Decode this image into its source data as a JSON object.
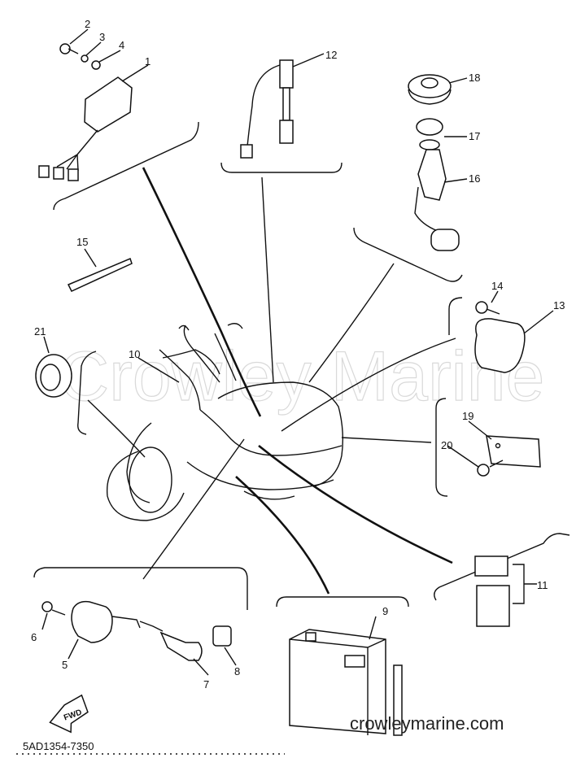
{
  "diagram": {
    "watermark": "Crowley Marine",
    "site": "crowleymarine.com",
    "code": "5AD1354-7350",
    "fwd": "FWD",
    "callouts": [
      "1",
      "2",
      "3",
      "4",
      "5",
      "6",
      "7",
      "8",
      "9",
      "10",
      "11",
      "12",
      "13",
      "14",
      "15",
      "16",
      "17",
      "18",
      "19",
      "20",
      "21"
    ]
  }
}
